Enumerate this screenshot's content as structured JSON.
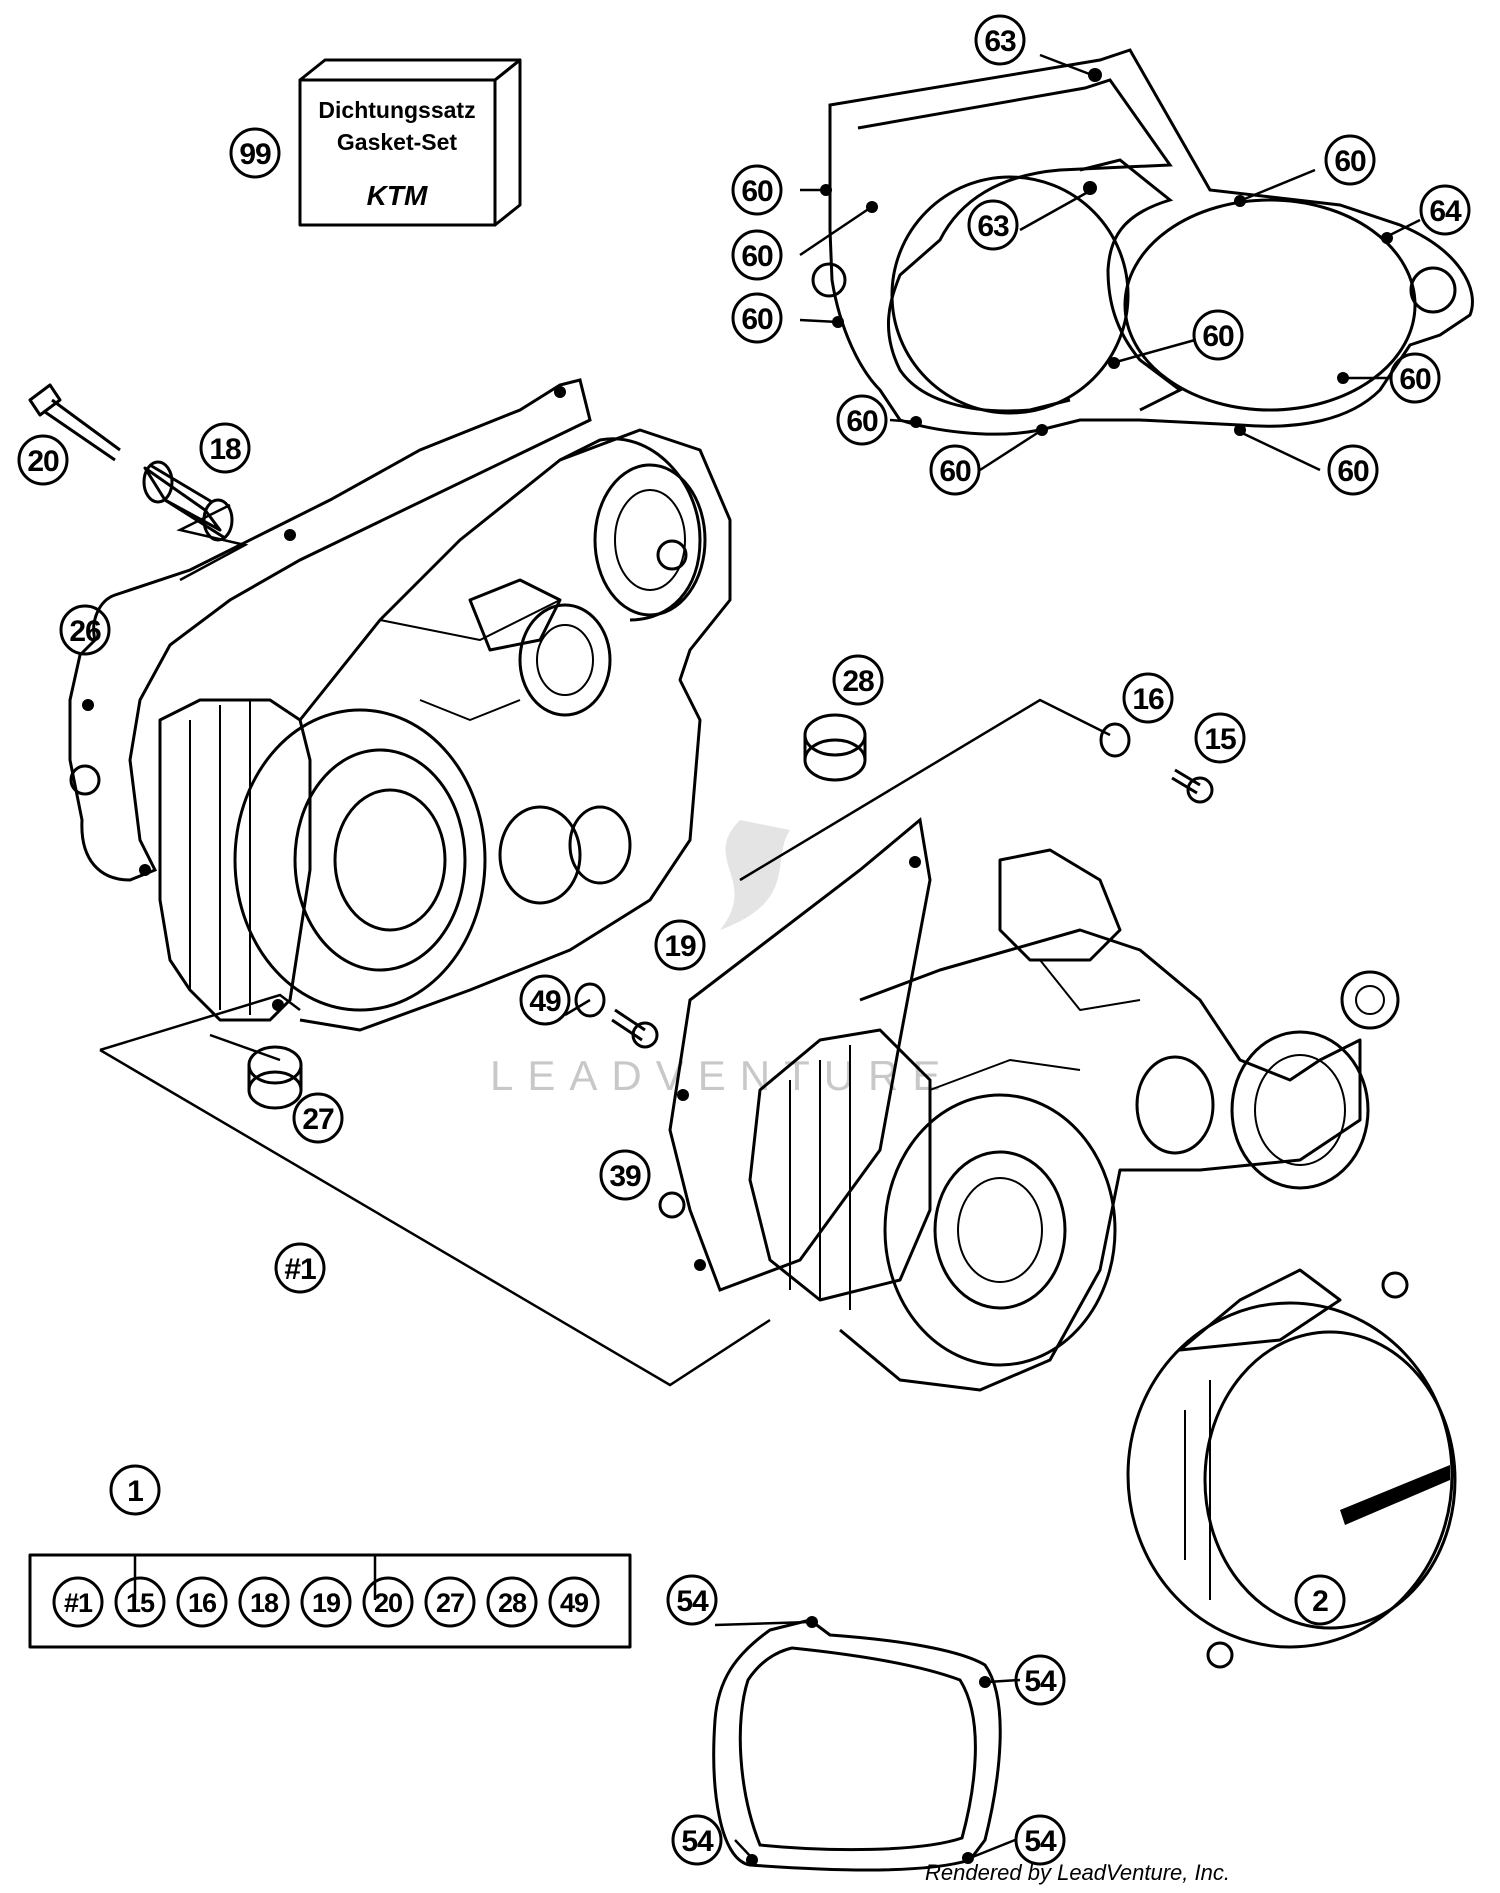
{
  "gasket_box": {
    "line1": "Dichtungssatz",
    "line2": "Gasket-Set",
    "brand": "KTM"
  },
  "callouts": {
    "c99": "99",
    "c63a": "63",
    "c63b": "63",
    "c64": "64",
    "c60_1": "60",
    "c60_2": "60",
    "c60_3": "60",
    "c60_4": "60",
    "c60_5": "60",
    "c60_6": "60",
    "c60_7": "60",
    "c60_8": "60",
    "c60_9": "60",
    "c20": "20",
    "c18": "18",
    "c26": "26",
    "c28": "28",
    "c16": "16",
    "c15": "15",
    "c19": "19",
    "c49": "49",
    "c27": "27",
    "c39": "39",
    "cH1": "#1",
    "c1": "1",
    "c2": "2",
    "c54a": "54",
    "c54b": "54",
    "c54c": "54",
    "c54d": "54"
  },
  "kit_items": [
    "#1",
    "15",
    "16",
    "18",
    "19",
    "20",
    "27",
    "28",
    "49"
  ],
  "watermark": "LEADVENTURE",
  "footer": "Rendered by LeadVenture, Inc."
}
